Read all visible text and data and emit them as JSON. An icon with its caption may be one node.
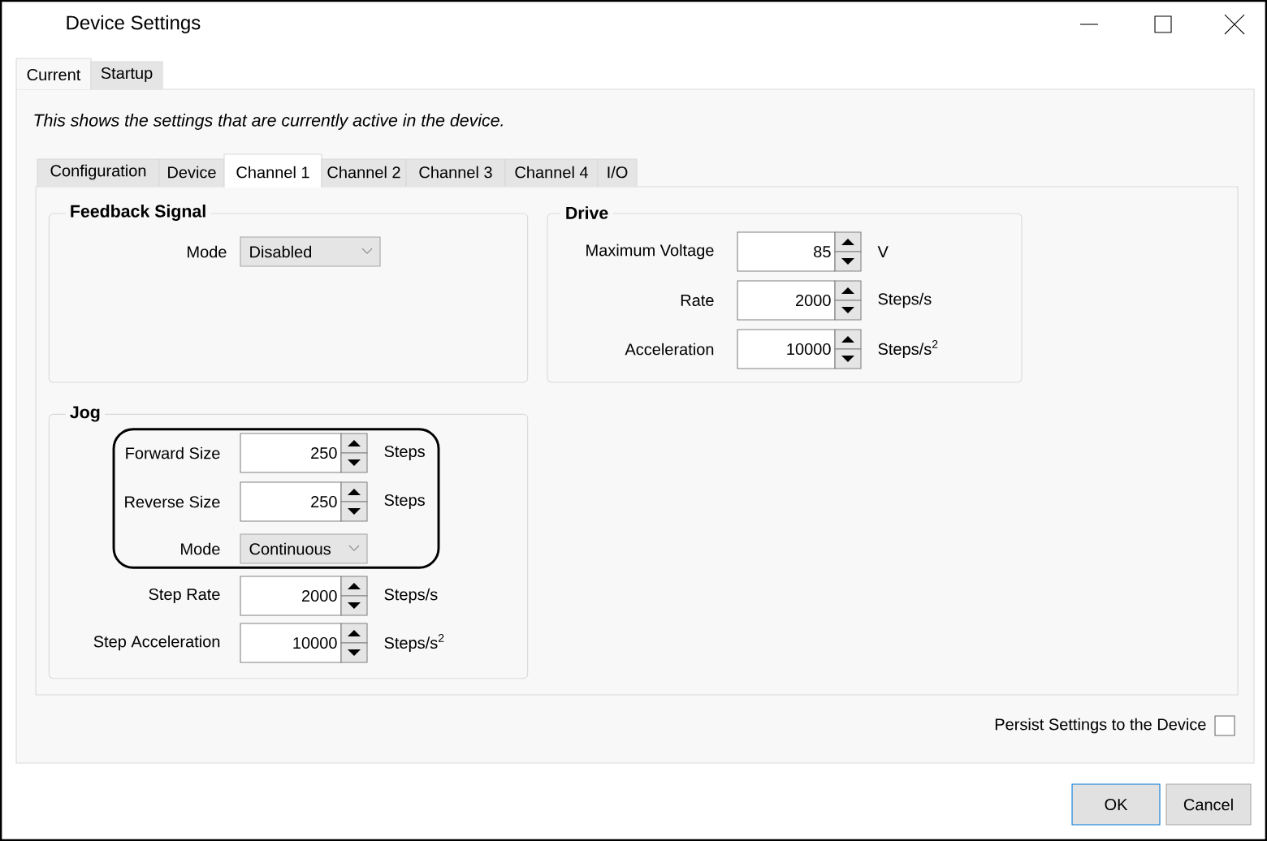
{
  "diagram": {
    "title": "Device Settings",
    "nodes": [
      {
        "text": [
          "Feedback Signal",
          "Mode",
          "Disabled"
        ]
      },
      {
        "text": [
          "Drive",
          "Maximum Voltage",
          "85",
          "V",
          "Rate",
          "2000",
          "Steps/s",
          "Acceleration",
          "10000",
          "Steps/s$^{2}$"
        ]
      },
      {
        "text": [
          "Jog",
          "Step Rate",
          "2000",
          "Steps/s",
          "Step Acceleration",
          "10000",
          "Steps/s$^{2}$"
        ]
      },
      {
        "text": [
          "Forward Size",
          "250",
          "Steps",
          "Reverse Size",
          "250",
          "Steps",
          "Mode",
          "Continuous"
        ],
        "in": 2
      }
    ],
    "edges": [],
    "labels": [
      "Current",
      "Startup",
      "This shows the settings that are currently active in the device.",
      "Configuration",
      "Device",
      "Channel 1",
      "Channel 2",
      "Channel 3",
      "Channel 4",
      "I/O",
      "Persist Settings to the Device",
      "OK",
      "Cancel"
    ]
  }
}
